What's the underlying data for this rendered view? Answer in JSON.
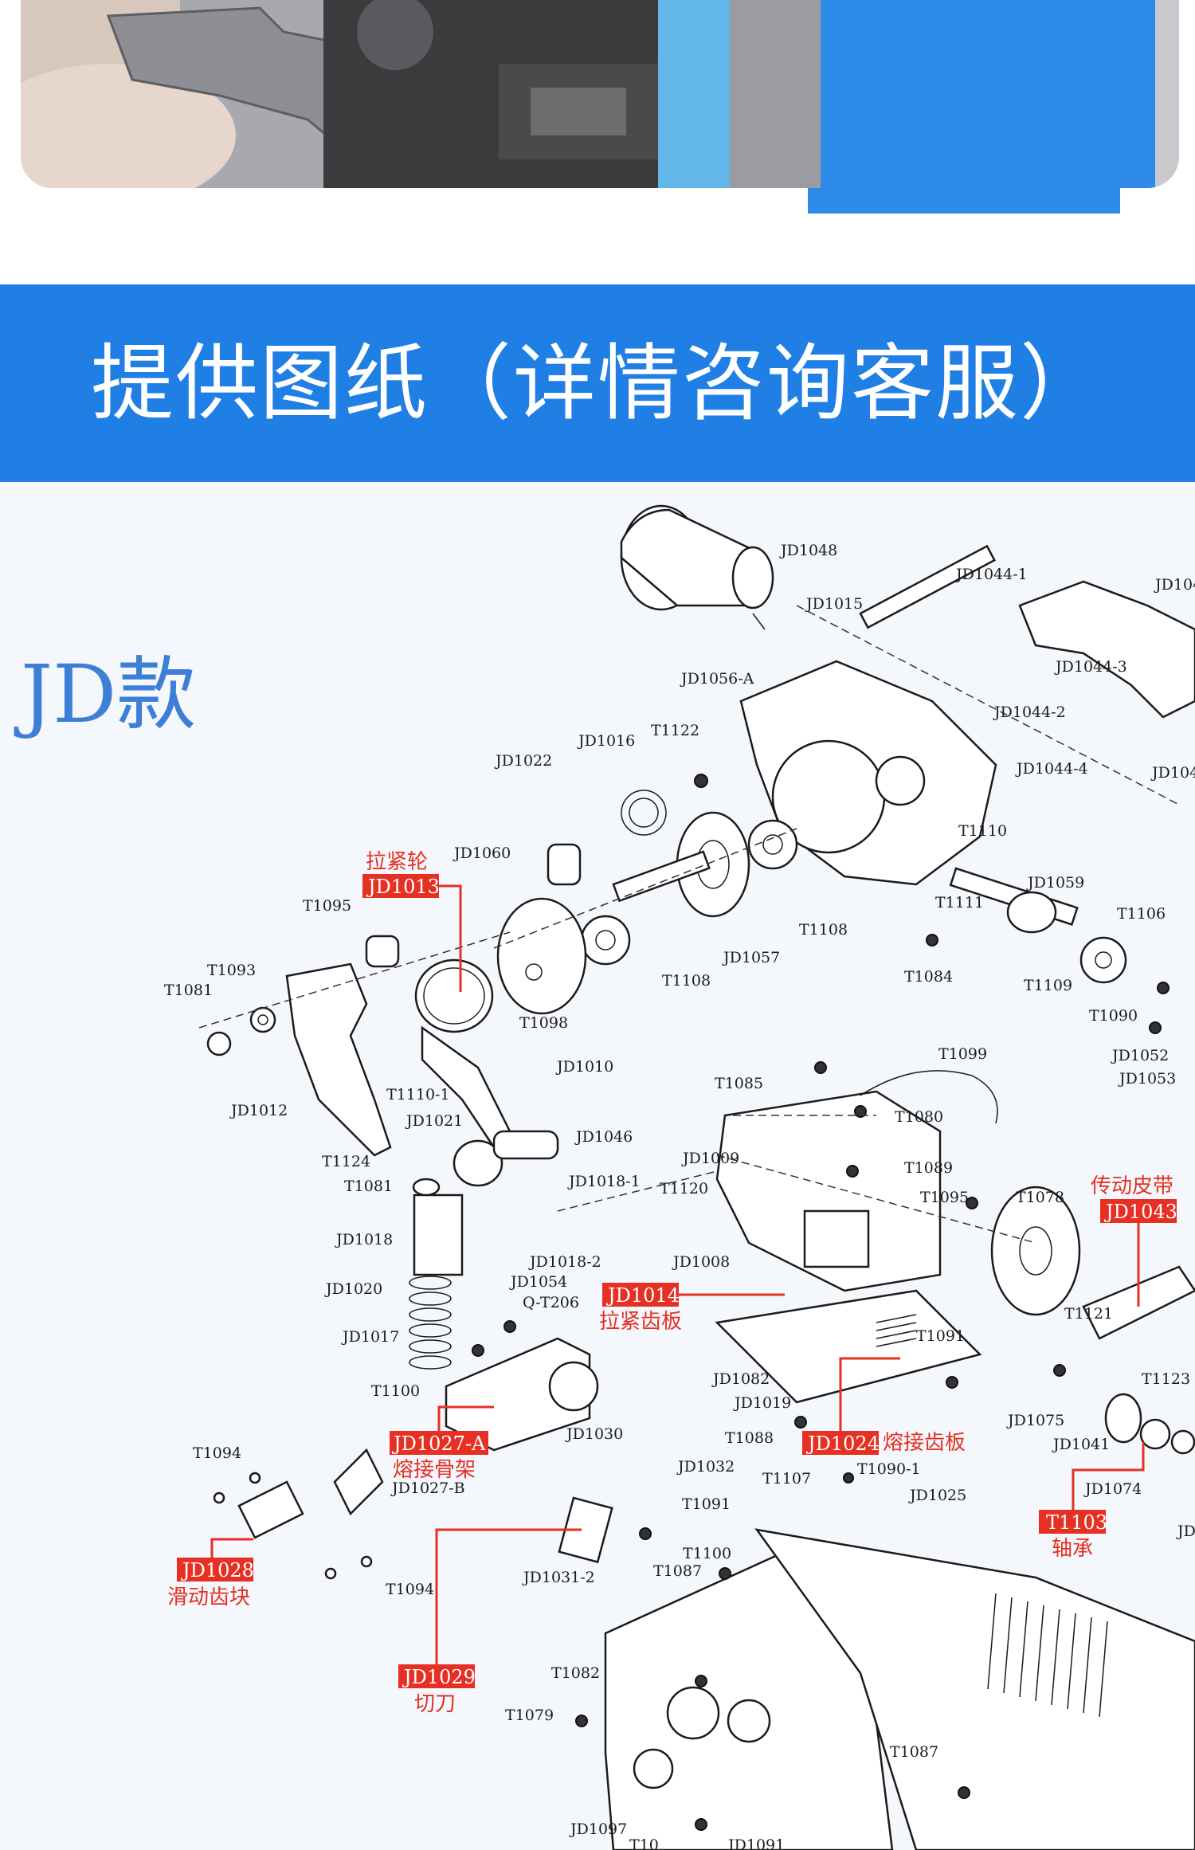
{
  "banner": {
    "title": "提供图纸（详情咨询客服）"
  },
  "model": {
    "label": "JD款"
  },
  "diagram": {
    "part_numbers": [
      "JD1048",
      "JD1044-1",
      "JD104",
      "JD1015",
      "JD1044-3",
      "JD1056-A",
      "JD1044-2",
      "JD1016",
      "T1122",
      "JD1022",
      "JD1044-4",
      "JD104",
      "JD1060",
      "T1110",
      "JD1059",
      "T1095",
      "T1111",
      "T1106",
      "JD1057",
      "T1108",
      "T1108",
      "T1084",
      "T1109",
      "T1093",
      "T1081",
      "T1098",
      "JD1010",
      "T1090",
      "JD1052",
      "JD1053",
      "T1110-1",
      "T1099",
      "JD1012",
      "T1085",
      "T1080",
      "JD1021",
      "JD1046",
      "T1124",
      "JD1009",
      "T1089",
      "T1081",
      "JD1018-1",
      "T1120",
      "T1095",
      "T1078",
      "JD1018",
      "JD1018-2",
      "JD1008",
      "JD1054",
      "JD1020",
      "Q-T206",
      "T1121",
      "JD1017",
      "T1091",
      "T1100",
      "T1123",
      "JD1082",
      "JD1019",
      "JD1030",
      "JD1075",
      "T1088",
      "JD1041",
      "T1094",
      "JD1032",
      "T1090-1",
      "JD1027-B",
      "JD1025",
      "T1107",
      "T1091",
      "JD1074",
      "T1100",
      "JD",
      "JD1031-2",
      "T1087",
      "T1094",
      "T1082",
      "T1079",
      "T1087",
      "JD1097",
      "JD1091",
      "T10"
    ],
    "highlights": [
      {
        "code": "JD1013",
        "name": "拉紧轮"
      },
      {
        "code": "JD1043",
        "name": "传动皮带"
      },
      {
        "code": "JD1014",
        "name": "拉紧齿板"
      },
      {
        "code": "JD1027-A",
        "name": "熔接骨架"
      },
      {
        "code": "JD1024",
        "name": "熔接齿板"
      },
      {
        "code": "T1103",
        "name": "轴承"
      },
      {
        "code": "JD1028",
        "name": "滑动齿块"
      },
      {
        "code": "JD1029",
        "name": "切刀"
      }
    ]
  },
  "colors": {
    "banner": "#1f7fe4",
    "accent": "#3d7fd6",
    "highlight": "#e53023"
  }
}
